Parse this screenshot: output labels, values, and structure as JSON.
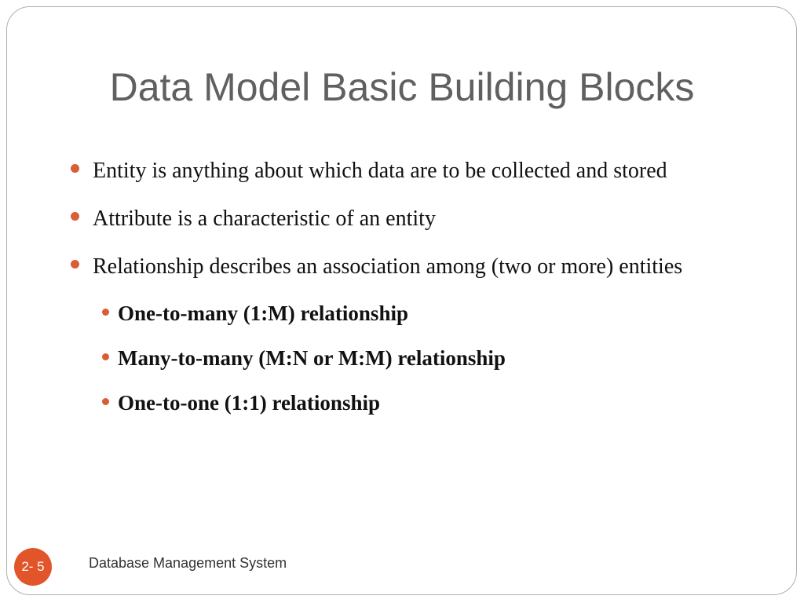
{
  "slide": {
    "title": "Data Model Basic Building Blocks",
    "bullets": [
      "Entity is anything about which data are to be collected and stored",
      "Attribute is a characteristic of an entity",
      "Relationship describes an association among (two or more) entities"
    ],
    "sub_bullets": [
      "One-to-many (1:M) relationship",
      "Many-to-many (M:N or M:M) relationship",
      "One-to-one (1:1) relationship"
    ]
  },
  "footer": {
    "page_number": "2- 5",
    "course": "Database Management System"
  },
  "colors": {
    "bullet": "#d95d35",
    "badge": "#e2552b",
    "title": "#606060"
  }
}
